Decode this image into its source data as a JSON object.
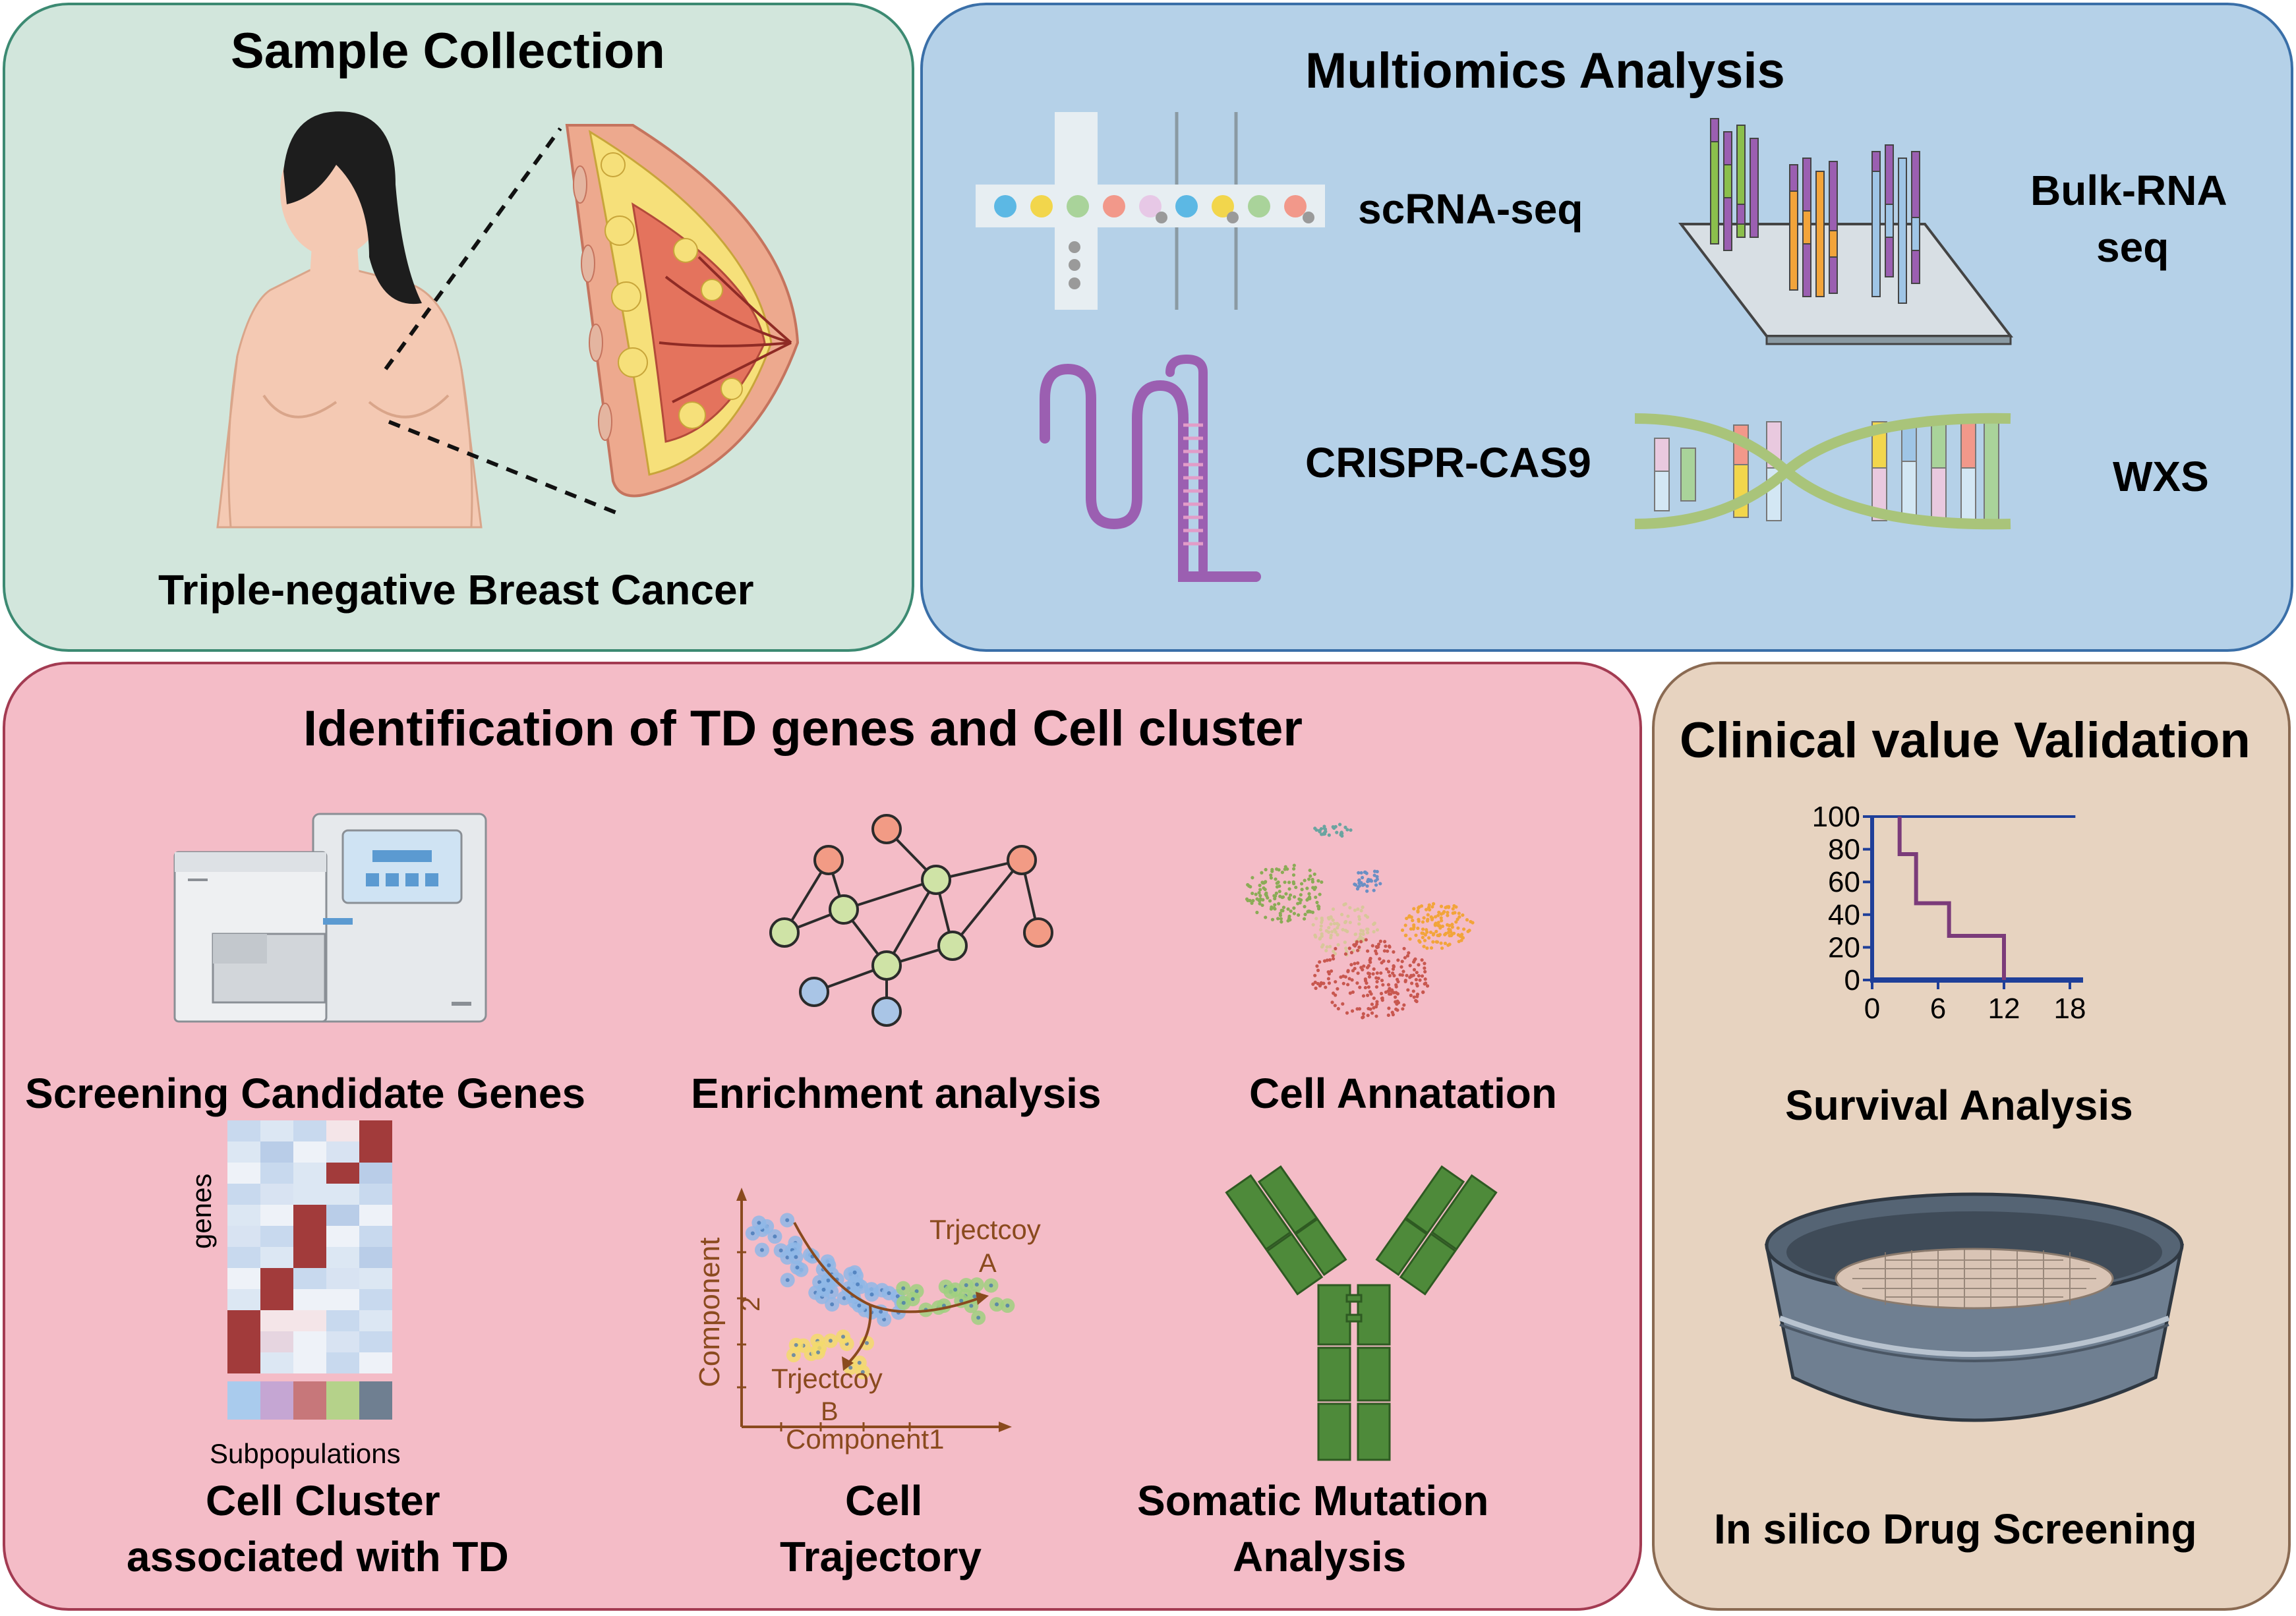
{
  "sample": {
    "title": "Sample Collection",
    "caption": "Triple-negative Breast Cancer"
  },
  "multi": {
    "title": "Multiomics Analysis",
    "scrna": "scRNA-seq",
    "bulk_line1": "Bulk-RNA",
    "bulk_line2": "seq",
    "crispr": "CRISPR-CAS9",
    "wxs": "WXS"
  },
  "ident": {
    "title": "Identification of TD genes and Cell cluster",
    "screening": "Screening Candidate Genes",
    "enrichment": "Enrichment analysis",
    "annotation": "Cell Annatation",
    "cluster_line1": "Cell Cluster",
    "cluster_line2": "associated with TD",
    "traj_line1": "Cell",
    "traj_line2": "Trajectory",
    "somatic_line1": "Somatic Mutation",
    "somatic_line2": "Analysis",
    "heatmap_ylabel": "genes",
    "heatmap_xlabel": "Subpopulations",
    "traj_ylabel": "Component",
    "traj_ytick": "2",
    "traj_xlabel": "Component1",
    "traj_a_line1": "Trjectcoy",
    "traj_a_line2": "A",
    "traj_b_line1": "Trjectcoy",
    "traj_b_line2": "B"
  },
  "clinical": {
    "title": "Clinical value Validation",
    "survival": "Survival Analysis",
    "drug": "In silico Drug Screening"
  },
  "chart_data": {
    "type": "line",
    "title": "",
    "xlabel": "",
    "ylabel": "",
    "x_ticks": [
      "0",
      "6",
      "12",
      "18"
    ],
    "y_ticks": [
      "0",
      "20",
      "40",
      "60",
      "80",
      "100"
    ],
    "xlim": [
      0,
      18
    ],
    "ylim": [
      0,
      100
    ],
    "series": [
      {
        "color": "#1f3f99",
        "x": [
          0,
          18.5
        ],
        "y": [
          100,
          100
        ]
      },
      {
        "color": "#7b3b7a",
        "x": [
          2.5,
          2.5,
          4,
          4,
          7,
          7,
          12,
          12
        ],
        "y": [
          100,
          77,
          77,
          47,
          47,
          27,
          27,
          0
        ]
      }
    ]
  },
  "colors": {
    "sample_bg": "#d2e6dc",
    "multi_bg": "#b5d1e8",
    "ident_bg": "#f4bcc7",
    "clinical_bg": "#e7d3c0"
  }
}
